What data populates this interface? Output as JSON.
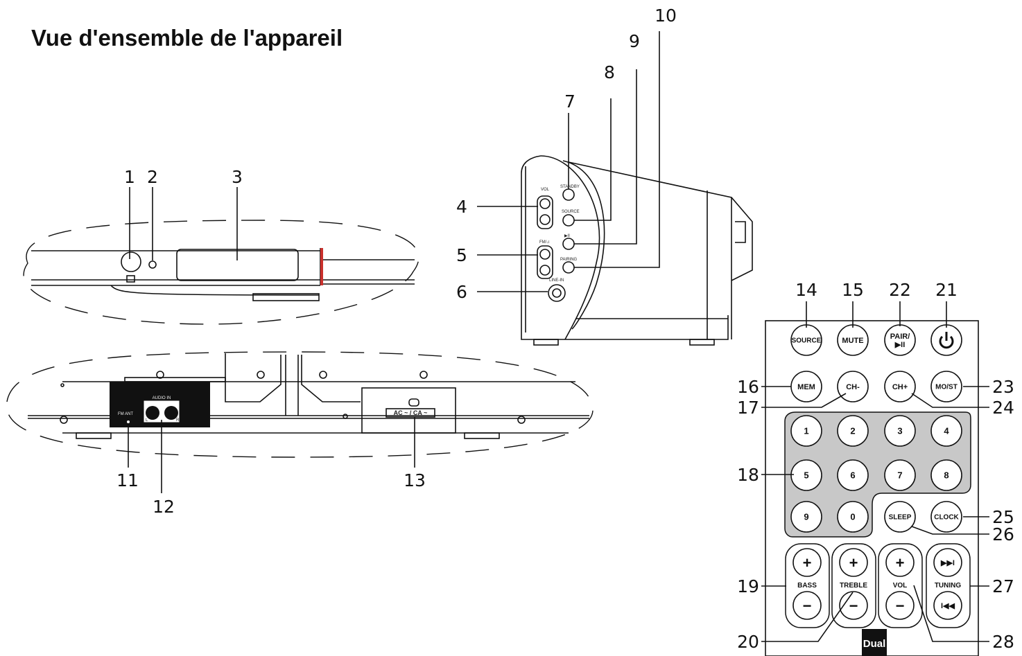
{
  "title": "Vue d'ensemble de l'appareil",
  "callouts": [
    "1",
    "2",
    "3",
    "4",
    "5",
    "6",
    "7",
    "8",
    "9",
    "10",
    "11",
    "12",
    "13",
    "14",
    "15",
    "16",
    "17",
    "18",
    "19",
    "20",
    "21",
    "22",
    "23",
    "24",
    "25",
    "26",
    "27",
    "28"
  ],
  "side_panel": {
    "vol": "VOL",
    "standby": "STANDBY",
    "source": "SOURCE",
    "play_pause": "▶II",
    "fm": "FM/♫",
    "pairing": "PAIRING",
    "line_in": "LINE-IN"
  },
  "rear_panel": {
    "audio_in": "AUDIO IN",
    "fm_ant": "FM ANT",
    "ac": "AC ~ / CA ~",
    "l": "L",
    "r": "R"
  },
  "remote": {
    "source": "SOURCE",
    "mute": "MUTE",
    "pair_line1": "PAIR/",
    "pair_line2": "▶II",
    "mem": "MEM",
    "ch_minus": "CH-",
    "ch_plus": "CH+",
    "most": "MO/ST",
    "digits": [
      "1",
      "2",
      "3",
      "4",
      "5",
      "6",
      "7",
      "8",
      "9",
      "0"
    ],
    "sleep": "SLEEP",
    "clock": "CLOCK",
    "bass": "BASS",
    "treble": "TREBLE",
    "vol": "VOL",
    "tuning": "TUNING",
    "plus": "+",
    "minus": "−",
    "next": "▶▶I",
    "prev": "I◀◀",
    "brand": "Dual"
  }
}
